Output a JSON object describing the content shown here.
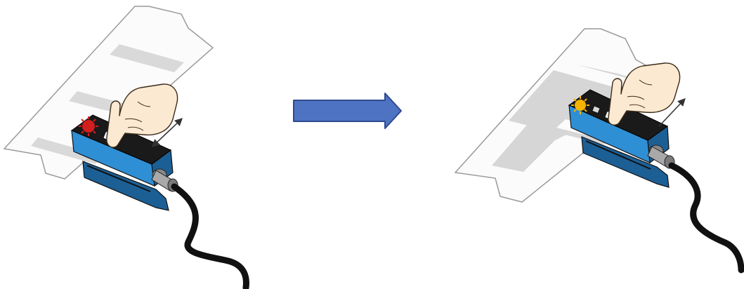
{
  "diagram": {
    "colors": {
      "background": "#ffffff",
      "label_web": "#fbfbfb",
      "label_edge": "#9a9a9a",
      "label_gap": "#d9d9d9",
      "gap_highlight": "#d6d6d6",
      "sensor_top": "#1a1a1a",
      "sensor_body": "#2f8fd4",
      "sensor_dark": "#1c5f95",
      "cable": "#111111",
      "connector": "#a9a9a9",
      "hand_skin": "#fbe9d2",
      "hand_outline": "#3a2a1a",
      "led_red": "#d31e1e",
      "led_yellow": "#f6b400",
      "arrow_fill": "#4f73c3",
      "arrow_stroke": "#2e4a8e",
      "motion_arrow": "#333333"
    },
    "panels": [
      {
        "name": "before-teach",
        "led": "red",
        "label_gap_highlighted": false
      },
      {
        "name": "after-teach",
        "led": "yellow",
        "label_gap_highlighted": true
      }
    ],
    "transition_arrow": {
      "direction": "right"
    }
  }
}
